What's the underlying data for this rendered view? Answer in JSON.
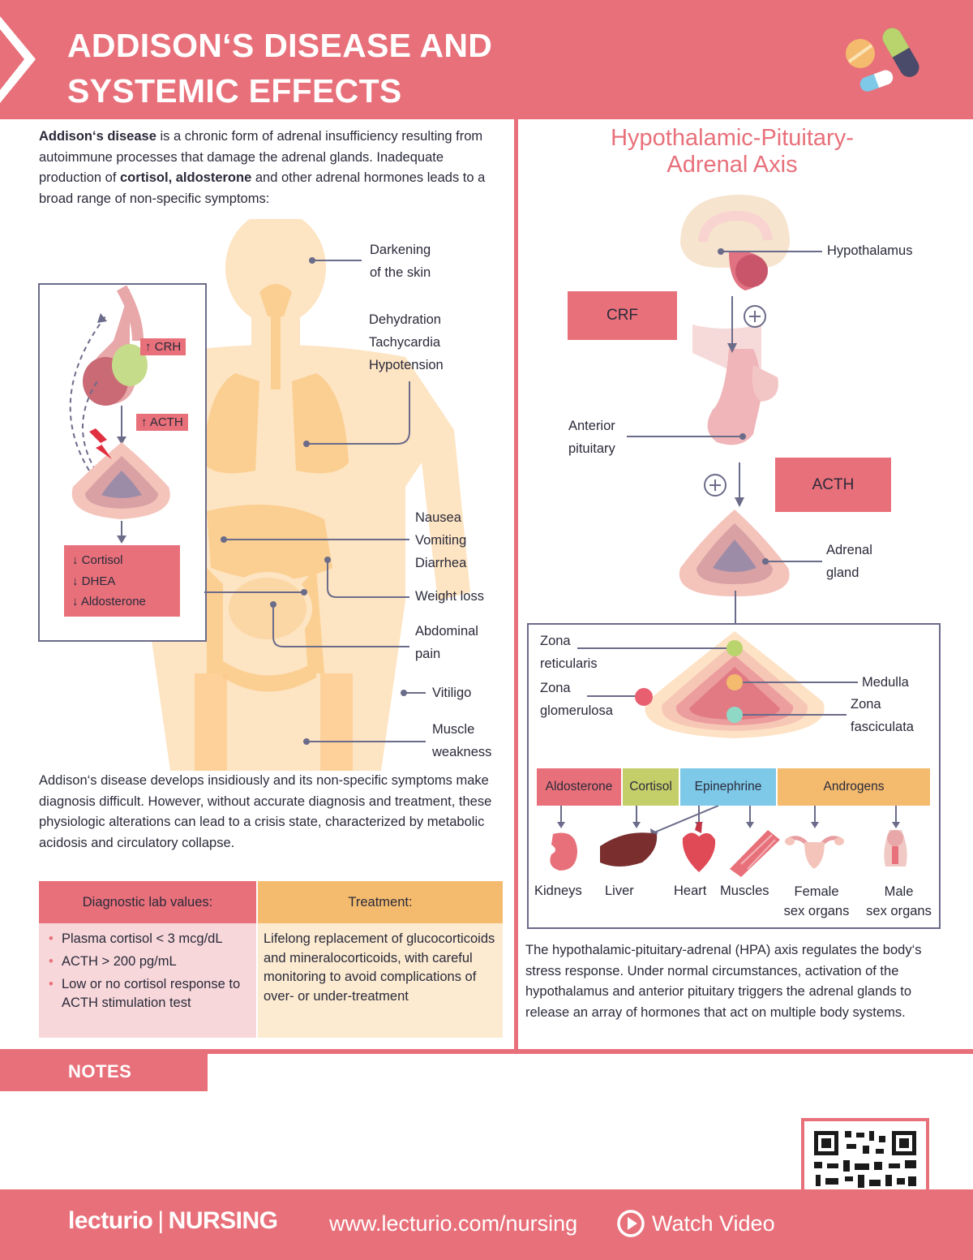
{
  "header": {
    "title_line1": "ADDISON‘S DISEASE AND",
    "title_line2": "SYSTEMIC EFFECTS"
  },
  "colors": {
    "brand": "#e8707a",
    "orange": "#f4bb6e",
    "green": "#c5cf6a",
    "blue": "#7ec8e8",
    "body": "#fde1bd"
  },
  "left": {
    "intro_bold1": "Addison‘s disease",
    "intro_part1": " is a chronic form of adrenal insufficiency resulting from autoimmune processes that damage the adrenal glands. Inadequate production of ",
    "intro_bold2": "cortisol, aldosterone",
    "intro_part2": " and other adrenal hormones leads to a broad range of non-specific symptoms:",
    "tags": {
      "crh": "↑ CRH",
      "acth": "↑ ACTH",
      "cortisol": "↓ Cortisol",
      "dhea": "↓ DHEA",
      "aldosterone": "↓ Aldosterone"
    },
    "symptoms": {
      "skin1": "Darkening",
      "skin2": "of the skin",
      "dehydration": "Dehydration",
      "tachycardia": "Tachycardia",
      "hypotension": "Hypotension",
      "nausea": "Nausea",
      "vomiting": "Vomiting",
      "diarrhea": "Diarrhea",
      "weight_loss": "Weight loss",
      "abdominal1": "Abdominal",
      "abdominal2": "pain",
      "vitiligo": "Vitiligo",
      "muscle1": "Muscle",
      "muscle2": "weakness"
    },
    "outro": "Addison‘s disease develops insidiously and its non-specific symptoms make diagnosis difficult. However, without accurate diagnosis and treatment, these physiologic alterations can lead to a crisis state, characterized by metabolic acidosis and circulatory collapse.",
    "diag_header": "Diagnostic lab values:",
    "treat_header": "Treatment:",
    "diag_items": [
      "Plasma cortisol < 3 mcg/dL",
      "ACTH > 200 pg/mL",
      "Low or no cortisol response to ACTH stimulation test"
    ],
    "treatment": "Lifelong replacement of glucocorticoids and mineralocorticoids, with careful monitoring to avoid complications of over- or under-treatment"
  },
  "right": {
    "title_line1": "Hypothalamic-Pituitary-",
    "title_line2": "Adrenal Axis",
    "hypothalamus": "Hypothalamus",
    "crf": "CRF",
    "anterior1": "Anterior",
    "anterior2": "pituitary",
    "acth": "ACTH",
    "adrenal1": "Adrenal",
    "adrenal2": "gland",
    "zona_ret1": "Zona",
    "zona_ret2": "reticularis",
    "zona_glom1": "Zona",
    "zona_glom2": "glomerulosa",
    "medulla": "Medulla",
    "zona_fasc1": "Zona",
    "zona_fasc2": "fasciculata",
    "hormones": [
      "Aldosterone",
      "Cortisol",
      "Epinephrine",
      "Androgens"
    ],
    "organs": {
      "kidneys": "Kidneys",
      "liver": "Liver",
      "heart": "Heart",
      "muscles": "Muscles",
      "female1": "Female",
      "female2": "sex organs",
      "male1": "Male",
      "male2": "sex organs"
    },
    "text": "The hypothalamic-pituitary-adrenal (HPA) axis regulates the body‘s stress response. Under normal circumstances, activation of the hypothalamus and anterior pituitary triggers the adrenal glands to release an array of hormones that act on multiple body systems."
  },
  "notes": "NOTES",
  "footer": {
    "brand_logo": "lecturio",
    "brand_sep": "|",
    "brand_name": "NURSING",
    "url": "www.lecturio.com/nursing",
    "watch": "Watch Video"
  }
}
